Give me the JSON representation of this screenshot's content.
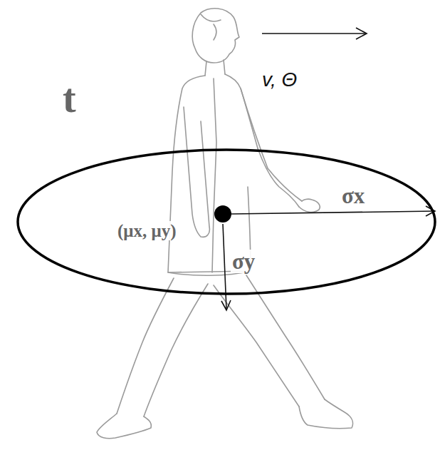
{
  "diagram": {
    "nodes": [
      {
        "text": [
          "(μx, μy)",
          "σx",
          "σy"
        ]
      }
    ],
    "labels": [
      "t",
      "v, Θ"
    ]
  }
}
